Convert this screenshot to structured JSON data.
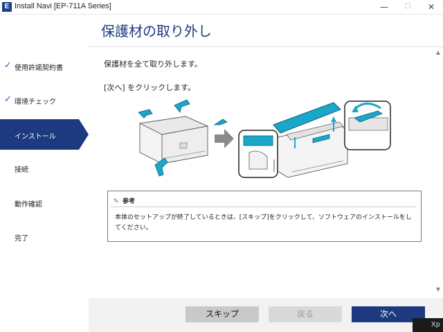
{
  "window": {
    "icon_letter": "E",
    "title": "Install Navi [EP-711A Series]",
    "minimize": "—",
    "maximize": "☐",
    "close": "✕"
  },
  "header": {
    "title": "保護材の取り外し"
  },
  "sidebar": {
    "items": [
      {
        "label": "使用許諾契約書",
        "state": "done",
        "check": "✓"
      },
      {
        "label": "環境チェック",
        "state": "done",
        "check": "✓"
      },
      {
        "label": "インストール",
        "state": "active"
      },
      {
        "label": "接続",
        "state": "pending"
      },
      {
        "label": "動作確認",
        "state": "pending"
      },
      {
        "label": "完了",
        "state": "pending"
      }
    ]
  },
  "main": {
    "message1": "保護材を全て取り外します。",
    "message2": "[次へ] をクリックします。"
  },
  "note": {
    "heading": "参考",
    "text": "本体のセットアップが終了しているときは、[スキップ]をクリックして、ソフトウェアのインストールをしてください。"
  },
  "footer": {
    "skip_label": "スキップ",
    "back_label": "戻る",
    "next_label": "次へ"
  },
  "taskbar_corner": "Xp",
  "colors": {
    "accent": "#1d3a80",
    "tape": "#1aa7c9",
    "check": "#2a5db0"
  }
}
